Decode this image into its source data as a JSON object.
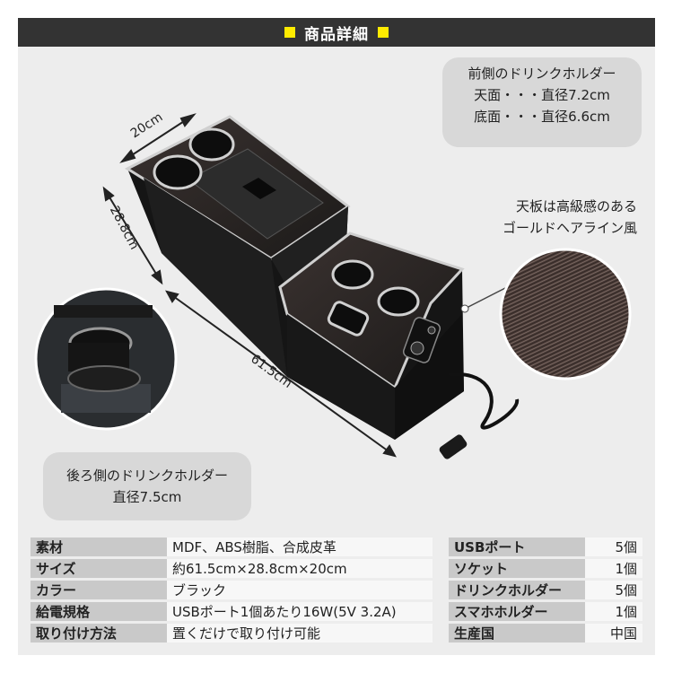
{
  "header": {
    "title": "商品詳細"
  },
  "dimensions": {
    "width": "20cm",
    "depth": "28.8cm",
    "length": "61.5cm"
  },
  "callouts": {
    "front_holder": {
      "title": "前側のドリンクホルダー",
      "top": "天面・・・直径7.2cm",
      "bottom": "底面・・・直径6.6cm"
    },
    "top_panel": {
      "line1": "天板は高級感のある",
      "line2": "ゴールドヘアライン風"
    },
    "rear_holder": {
      "title": "後ろ側のドリンクホルダー",
      "size": "直径7.5cm"
    }
  },
  "spec_left": [
    {
      "key": "素材",
      "value": "MDF、ABS樹脂、合成皮革"
    },
    {
      "key": "サイズ",
      "value": "約61.5cm×28.8cm×20cm"
    },
    {
      "key": "カラー",
      "value": "ブラック"
    },
    {
      "key": "給電規格",
      "value": "USBポート1個あたり16W(5V 3.2A)"
    },
    {
      "key": "取り付け方法",
      "value": "置くだけで取り付け可能"
    }
  ],
  "spec_right": [
    {
      "key": "USBポート",
      "value": "5個"
    },
    {
      "key": "ソケット",
      "value": "1個"
    },
    {
      "key": "ドリンクホルダー",
      "value": "5個"
    },
    {
      "key": "スマホホルダー",
      "value": "1個"
    },
    {
      "key": "生産国",
      "value": "中国"
    }
  ],
  "colors": {
    "header_bg": "#333333",
    "accent": "#ffeb00",
    "bubble": "#d8d8d8",
    "label_bg": "#c9c9c9"
  }
}
